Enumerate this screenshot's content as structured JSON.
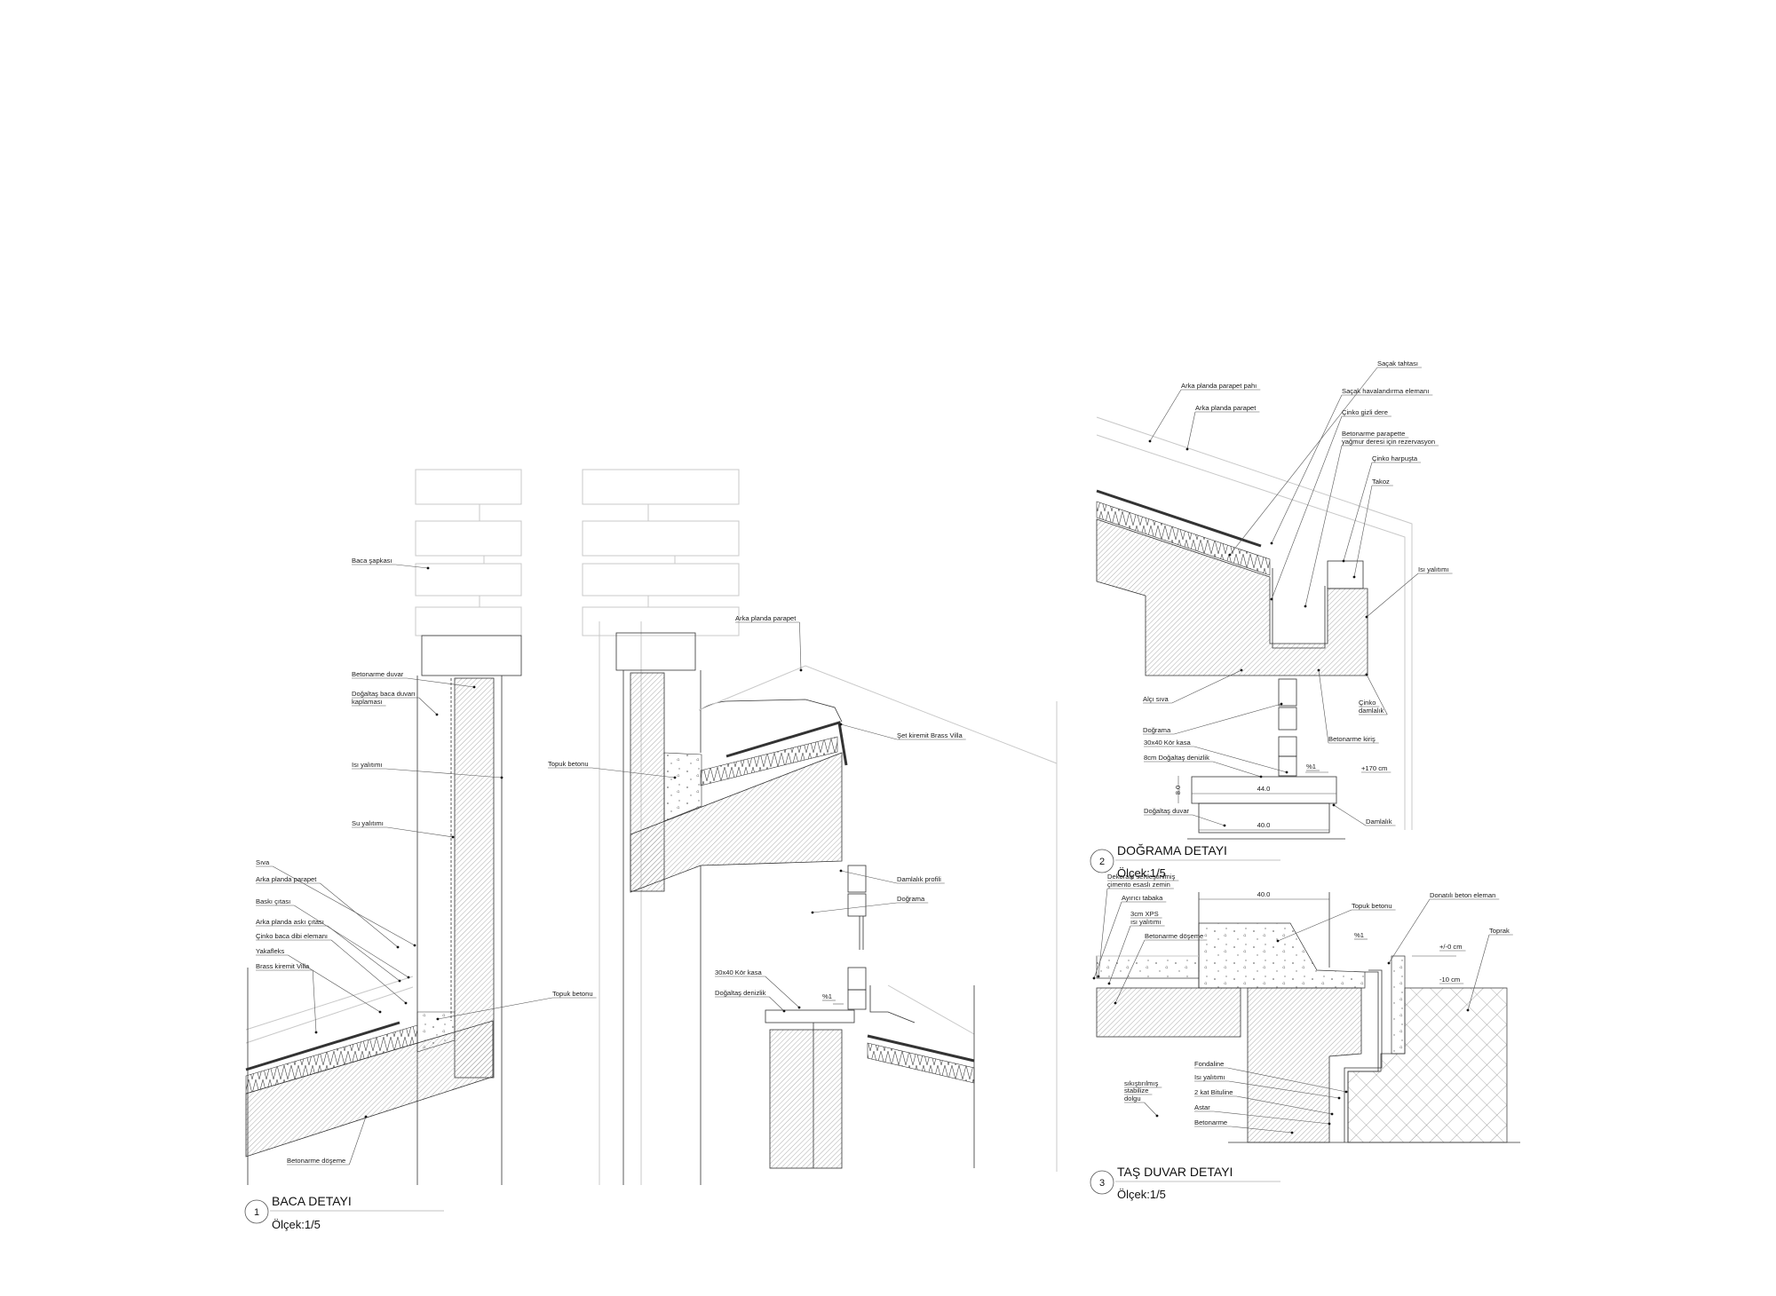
{
  "details": [
    {
      "number": "1",
      "title": "BACA DETAYI",
      "scale": "Ölçek:1/5",
      "labels": [
        "Baca şapkası",
        "Betonarme duvar",
        "Doğaltaş baca duvarı",
        "kaplaması",
        "Isı yalıtımı",
        "Su yalıtımı",
        "Sıva",
        "Arka planda parapet",
        "Baskı çıtası",
        "Arka planda askı çıtası",
        "Çinko baca dibi elemanı",
        "Yakafleks",
        "Brass kiremit Villa",
        "Topuk betonu",
        "Betonarme döşeme",
        "Arka planda parapet",
        "Topuk betonu",
        "Şet kiremit Brass Villa",
        "Damlalık profili",
        "Doğrama",
        "30x40 Kör kasa",
        "Doğaltaş denizlik",
        "%1"
      ]
    },
    {
      "number": "2",
      "title": "DOĞRAMA DETAYI",
      "scale": "Ölçek:1/5",
      "labels": [
        "Saçak tahtası",
        "Arka planda parapet pahı",
        "Arka planda parapet",
        "Saçak havalandırma elemanı",
        "Çinko gizli dere",
        "Betonarme parapette",
        "yağmur deresi için rezervasyon",
        "Çinko harpuşta",
        "Takoz",
        "Isı yalıtımı",
        "Alçı sıva",
        "Çinko",
        "damlalık",
        "Doğrama",
        "Betonarme kiriş",
        "30x40 Kör kasa",
        "8cm Doğaltaş denizlik",
        "%1",
        "+170 cm",
        "Doğaltaş duvar",
        "Damlalık"
      ],
      "dimensions": [
        "8.0",
        "44.0",
        "40.0"
      ]
    },
    {
      "number": "3",
      "title": "TAŞ DUVAR DETAYI",
      "scale": "Ölçek:1/5",
      "labels": [
        "Dekoratif sertleştirilmiş",
        "çimento esaslı zemin",
        "Ayırıcı tabaka",
        "3cm XPS",
        "ısı yalıtımı",
        "Betonarme döşeme",
        "Topuk betonu",
        "Donatılı beton eleman",
        "Toprak",
        "%1",
        "+/-0 cm",
        "-10 cm",
        "sıkıştırılmış",
        "stabilize",
        "dolgu",
        "Fondaline",
        "Isı yalıtımı",
        "2 kat Bituline",
        "Astar",
        "Betonarme"
      ],
      "dimensions": [
        "40.0"
      ]
    }
  ]
}
